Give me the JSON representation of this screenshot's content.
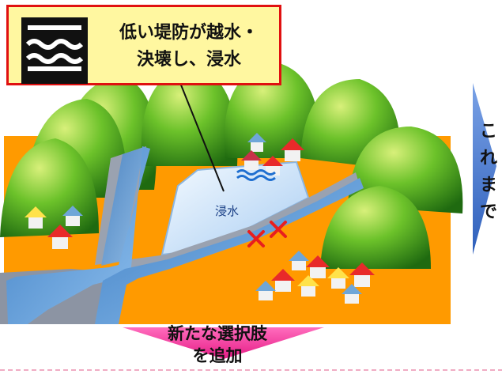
{
  "callout": {
    "line1": "低い堤防が越水・",
    "line2": "決壊し、浸水",
    "icon": "flood-water-icon"
  },
  "map_labels": {
    "flood_area": "浸水"
  },
  "side_arrow": {
    "text": "これまで",
    "color": "#3d74cc"
  },
  "bottom_banner": {
    "line1": "新たな選択肢",
    "line2": "を追加",
    "color": "#f23c9a"
  },
  "colors": {
    "ground": "#ff9a00",
    "river": "#6ea6dc",
    "levee": "#9aa2b0",
    "flood": "#d8ecff",
    "breach_mark": "#e81e1e",
    "callout_border": "#e01010",
    "callout_fill": "#fff7a0"
  }
}
